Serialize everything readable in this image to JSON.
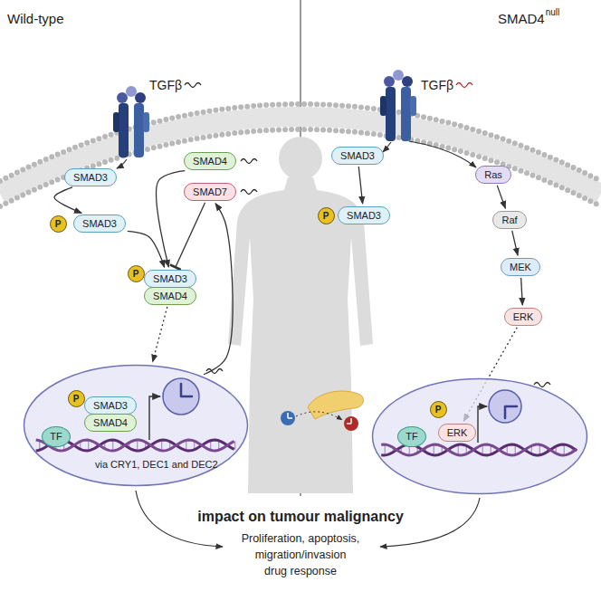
{
  "diagram": {
    "nodes": [
      {
        "text": [
          "SMAD3"
        ]
      },
      {
        "text": [
          "P"
        ]
      },
      {
        "text": [
          "SMAD3"
        ]
      },
      {
        "text": [
          "SMAD4"
        ]
      },
      {
        "text": [
          "SMAD7"
        ]
      },
      {
        "text": [
          "P"
        ]
      },
      {
        "text": [
          "SMAD3"
        ]
      },
      {
        "text": [
          "SMAD4"
        ]
      },
      {
        "text": [
          "via CRY1, DEC1 and DEC2"
        ]
      },
      {
        "text": [
          "P"
        ],
        "in": 8
      },
      {
        "text": [
          "TF"
        ],
        "in": 8
      },
      {
        "text": [
          "SMAD3"
        ],
        "in": 8
      },
      {
        "text": [
          "SMAD4"
        ],
        "in": 8
      },
      {
        "text": [
          "SMAD3"
        ]
      },
      {
        "text": [
          "P"
        ]
      },
      {
        "text": [
          "SMAD3"
        ]
      },
      {
        "text": [
          "Ras"
        ]
      },
      {
        "text": [
          "Raf"
        ]
      },
      {
        "text": [
          "MEK"
        ]
      },
      {
        "text": [
          "ERK"
        ]
      },
      {
        "text": []
      },
      {
        "text": [
          "TF"
        ],
        "in": 20
      },
      {
        "text": [
          "P"
        ],
        "in": 20
      },
      {
        "text": [
          "ERK"
        ],
        "in": 20
      }
    ],
    "edges": [
      {
        "from": 0,
        "to": 2,
        "arrow": "to"
      },
      {
        "from": 2,
        "to": 6,
        "arrow": "to"
      },
      {
        "from": 3,
        "to": 6,
        "arrow": "to"
      },
      {
        "from": 4,
        "to": 6,
        "arrow": "to"
      },
      {
        "from": 7,
        "to": 8,
        "arrow": "to"
      },
      {
        "from": 8,
        "to": 4,
        "arrow": "to"
      },
      {
        "from": 13,
        "to": 15,
        "arrow": "to"
      },
      {
        "from": 16,
        "to": 17,
        "arrow": "to"
      },
      {
        "from": 17,
        "to": 18,
        "arrow": "to"
      },
      {
        "from": 18,
        "to": 19,
        "arrow": "to"
      },
      {
        "from": 19,
        "to": 23,
        "arrow": "to"
      }
    ],
    "labels": [
      "Wild-type",
      "SMAD4",
      "null",
      "TGFβ",
      "TGFβ",
      "impact on tumour malignancy",
      "Proliferation, apoptosis,",
      "migration/invasion",
      "drug response"
    ]
  }
}
